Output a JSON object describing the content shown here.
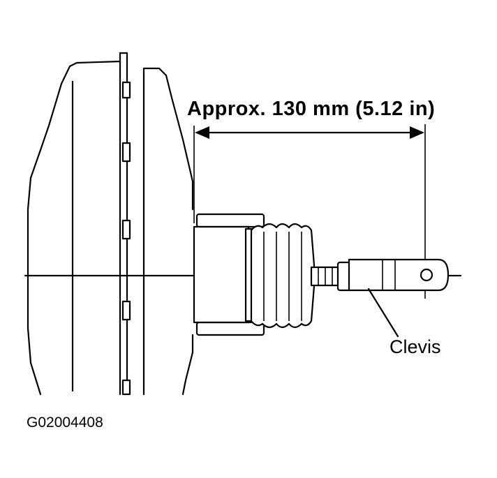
{
  "diagram": {
    "dimension_label": "Approx. 130 mm (5.12 in)",
    "callout_label": "Clevis",
    "figure_id": "G02004408"
  }
}
